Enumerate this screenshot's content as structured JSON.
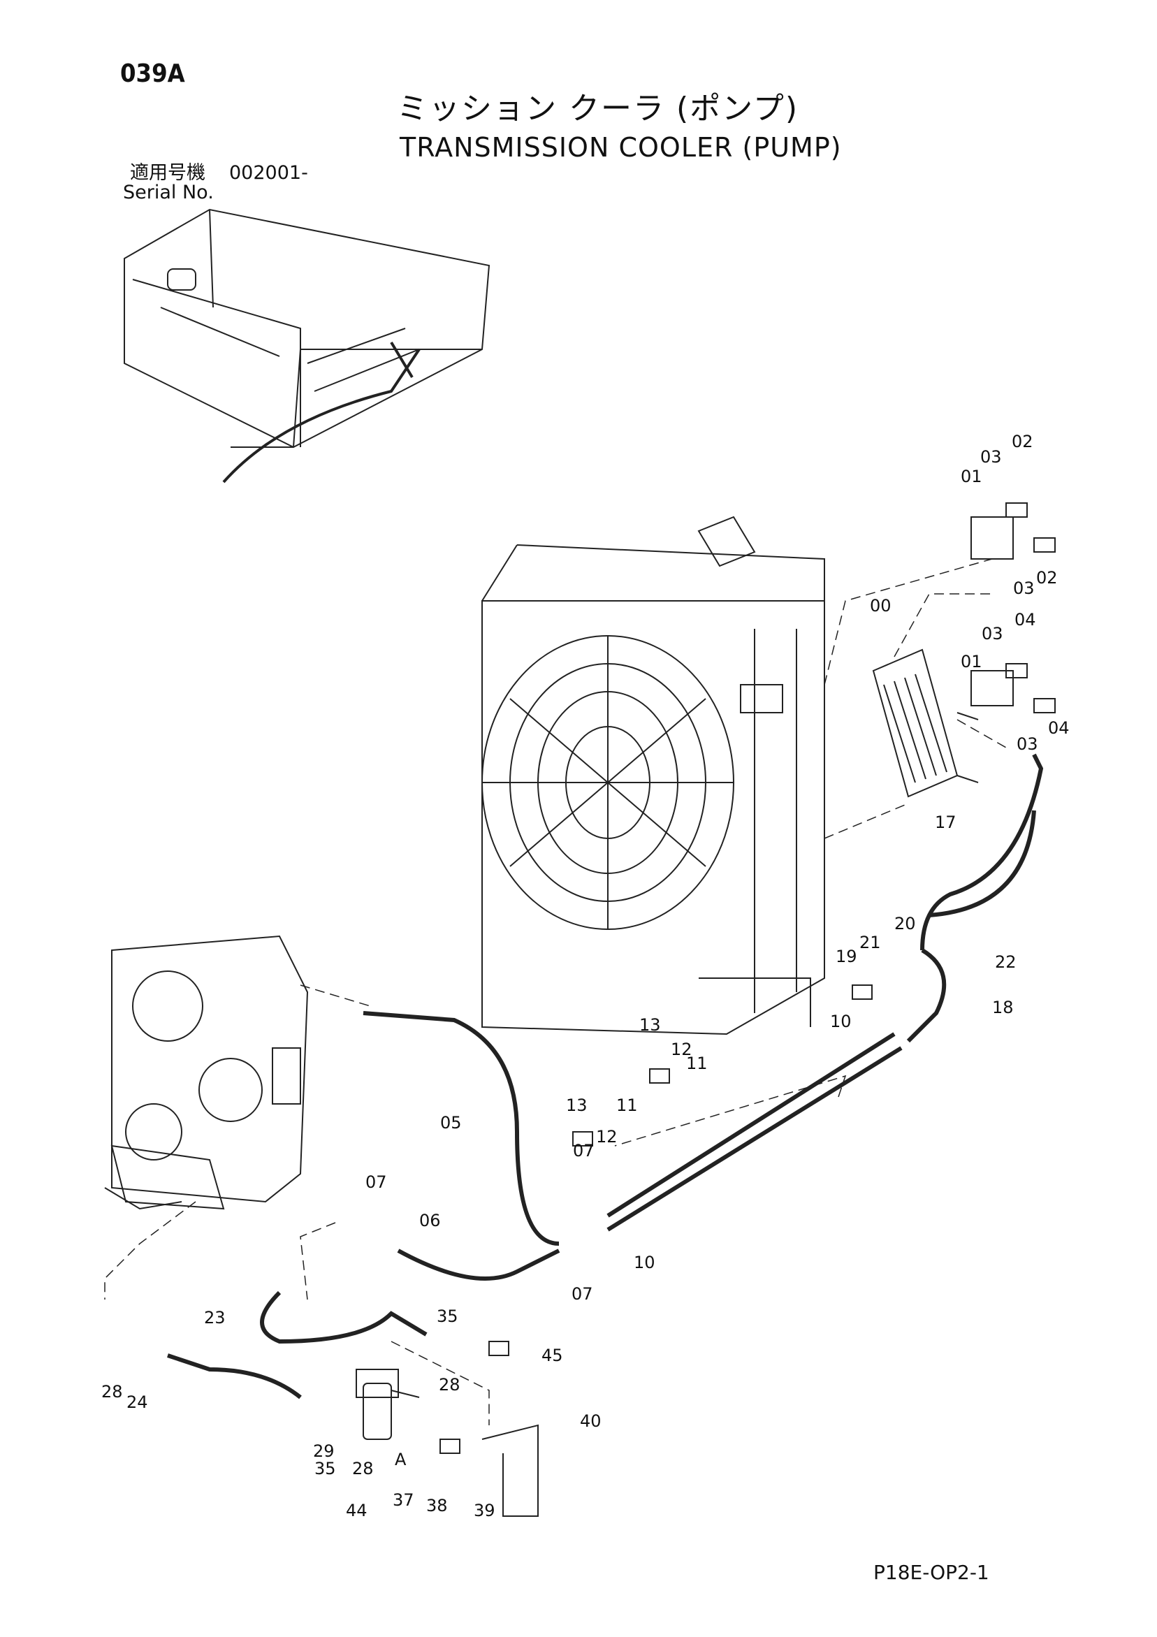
{
  "header": {
    "page_id": "039A",
    "title_jp": "ミッション クーラ (ポンプ)",
    "title_en": "TRANSMISSION COOLER (PUMP)",
    "serial_label_jp": "適用号機",
    "serial_value": "002001-",
    "serial_label_en": "Serial No."
  },
  "callouts": [
    "00",
    "01",
    "01",
    "02",
    "02",
    "03",
    "03",
    "03",
    "03",
    "04",
    "04",
    "05",
    "06",
    "07",
    "07",
    "07",
    "10",
    "10",
    "11",
    "11",
    "12",
    "12",
    "13",
    "13",
    "17",
    "18",
    "19",
    "20",
    "21",
    "22",
    "23",
    "24",
    "28",
    "28",
    "28",
    "29",
    "35",
    "35",
    "37",
    "38",
    "39",
    "40",
    "44",
    "45",
    "A"
  ],
  "footer": {
    "code": "P18E-OP2-1"
  }
}
